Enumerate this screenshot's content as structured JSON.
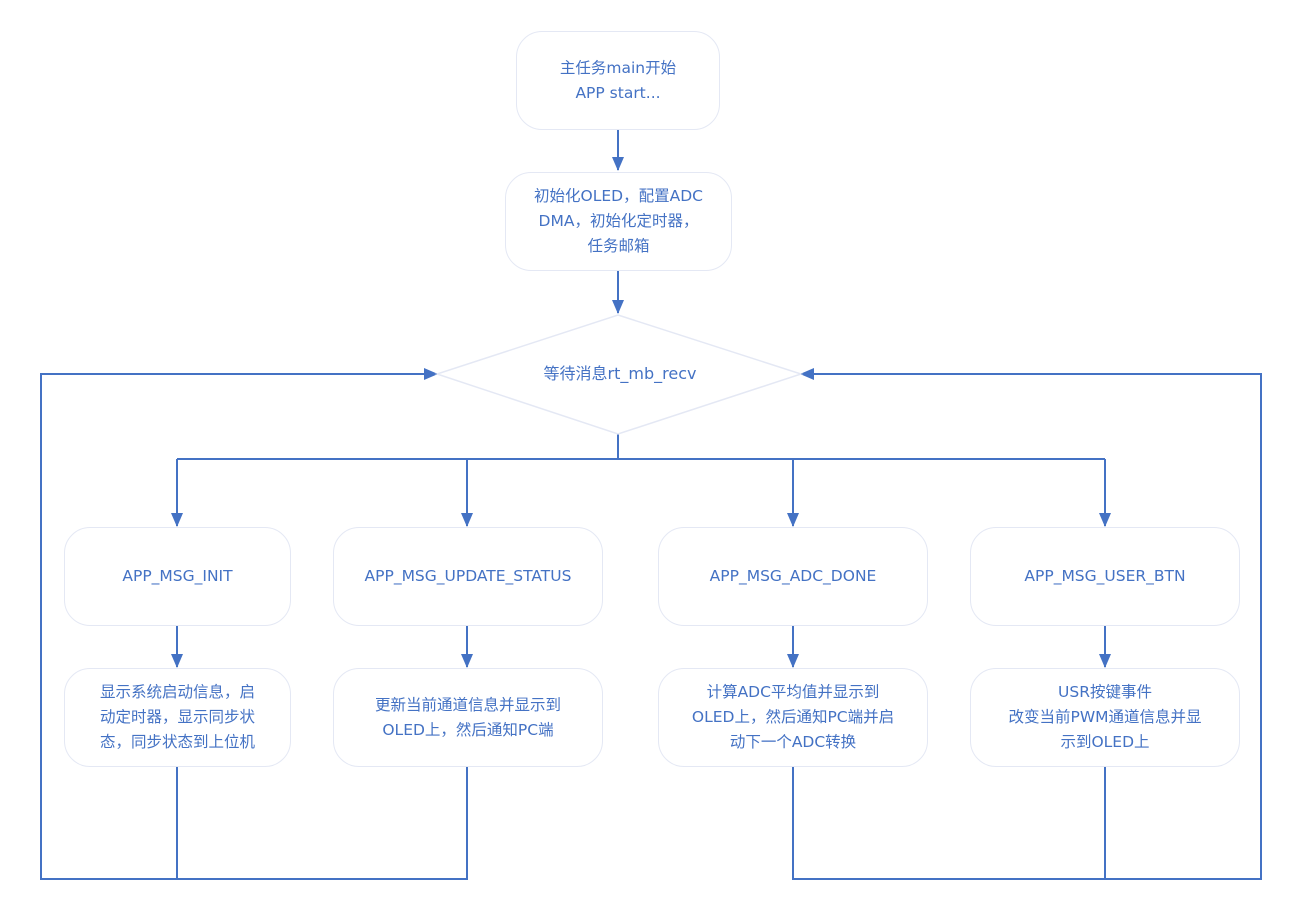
{
  "diagram": {
    "type": "flowchart",
    "colors": {
      "line": "#4472c4",
      "text": "#4472c4",
      "node_border": "#e4e8f4",
      "background": "#ffffff"
    },
    "start": {
      "text": "主任务main开始\nAPP start..."
    },
    "init": {
      "text": "初始化OLED，配置ADC\nDMA，初始化定时器，\n任务邮箱"
    },
    "wait": {
      "text": "等待消息rt_mb_recv"
    },
    "branches": [
      {
        "message": "APP_MSG_INIT",
        "action": "显示系统启动信息，启\n动定时器，显示同步状\n态，同步状态到上位机"
      },
      {
        "message": "APP_MSG_UPDATE_STATUS",
        "action": "更新当前通道信息并显示到\nOLED上，然后通知PC端"
      },
      {
        "message": "APP_MSG_ADC_DONE",
        "action": "计算ADC平均值并显示到\nOLED上，然后通知PC端并启\n动下一个ADC转换"
      },
      {
        "message": "APP_MSG_USER_BTN",
        "action": "USR按键事件\n改变当前PWM通道信息并显\n示到OLED上"
      }
    ],
    "edges": [
      {
        "from": "start",
        "to": "init"
      },
      {
        "from": "init",
        "to": "wait"
      },
      {
        "from": "wait",
        "to": "APP_MSG_INIT"
      },
      {
        "from": "wait",
        "to": "APP_MSG_UPDATE_STATUS"
      },
      {
        "from": "wait",
        "to": "APP_MSG_ADC_DONE"
      },
      {
        "from": "wait",
        "to": "APP_MSG_USER_BTN"
      },
      {
        "from": "APP_MSG_INIT",
        "to": "action-0"
      },
      {
        "from": "APP_MSG_UPDATE_STATUS",
        "to": "action-1"
      },
      {
        "from": "APP_MSG_ADC_DONE",
        "to": "action-2"
      },
      {
        "from": "APP_MSG_USER_BTN",
        "to": "action-3"
      },
      {
        "from": "action-0",
        "to": "wait",
        "via": "left-loop"
      },
      {
        "from": "action-1",
        "to": "wait",
        "via": "left-loop"
      },
      {
        "from": "action-2",
        "to": "wait",
        "via": "right-loop"
      },
      {
        "from": "action-3",
        "to": "wait",
        "via": "right-loop"
      }
    ]
  }
}
